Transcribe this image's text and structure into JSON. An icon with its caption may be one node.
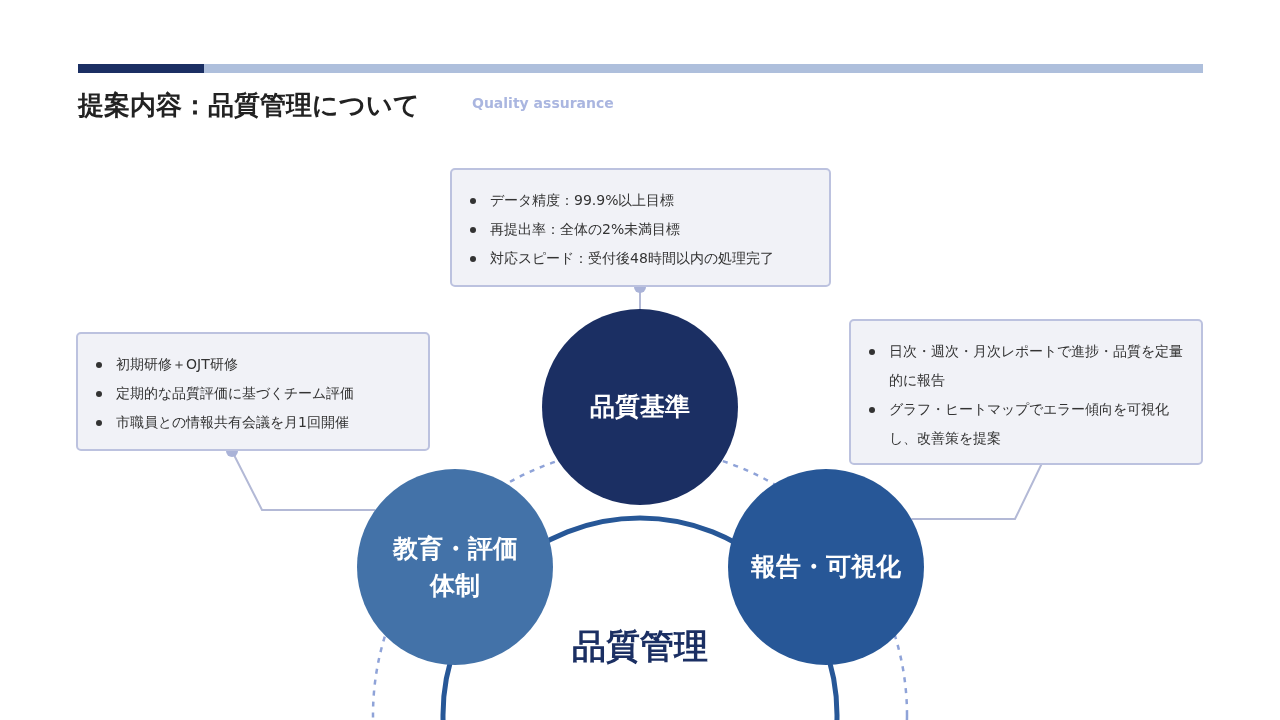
{
  "diagram": {
    "title": "提案内容：品質管理について",
    "nodes": [
      {
        "text": [
          "品質管理"
        ]
      },
      {
        "text": [
          "品質基準"
        ]
      },
      {
        "text": [
          "教育・評価体制"
        ]
      },
      {
        "text": [
          "報告・可視化"
        ]
      },
      {
        "text": [
          "データ精度：99.9%以上目標",
          "再提出率：全体の2%未満目標",
          "対応スピード：受付後48時間以内の処理完了"
        ]
      },
      {
        "text": [
          "初期研修＋OJT研修",
          "定期的な品質評価に基づくチーム評価",
          "市職員との情報共有会議を月1回開催"
        ]
      },
      {
        "text": [
          "日次・週次・月次レポートで進捗・品質を定量的に報告",
          "グラフ・ヒートマップでエラー傾向を可視化し、改善策を提案"
        ]
      }
    ],
    "edges": [
      {
        "from": 4,
        "to": 1,
        "arrow": "other"
      },
      {
        "from": 5,
        "to": 2,
        "arrow": "other"
      },
      {
        "from": 6,
        "to": 3,
        "arrow": "other"
      }
    ],
    "labels": [
      "Quality assurance"
    ]
  }
}
